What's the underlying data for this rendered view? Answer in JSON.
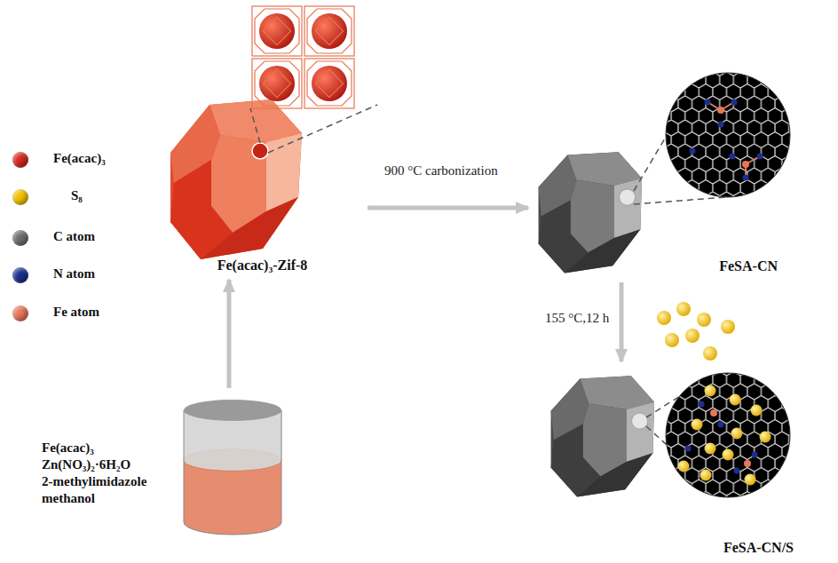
{
  "diagram": {
    "nodes": [
      {
        "text": [
          "Fe(acac)₃",
          "Zn(NO₃)₂·6H₂O",
          "2-methylimidazole",
          "methanol"
        ]
      },
      {
        "text": [
          "Fe(acac)₃-Zif-8"
        ]
      },
      {
        "text": [
          "FeSA-CN"
        ]
      },
      {
        "text": [
          "FeSA-CN/S"
        ]
      }
    ],
    "edges": [
      {
        "from": 0,
        "to": 1,
        "arrow": "to"
      },
      {
        "from": 1,
        "to": 2,
        "label": "900 °C carbonization",
        "arrow": "to"
      },
      {
        "from": 2,
        "to": 3,
        "label": "155 °C,12 h",
        "arrow": "to"
      }
    ],
    "legend": [
      {
        "text": "Fe(acac)₃",
        "color": "#d42a1e"
      },
      {
        "text": "S₈",
        "color": "#f2c200"
      },
      {
        "text": "C atom",
        "color": "#6e6e6e"
      },
      {
        "text": "N atom",
        "color": "#1b2f8f"
      },
      {
        "text": "Fe atom",
        "color": "#e8765a"
      }
    ]
  }
}
